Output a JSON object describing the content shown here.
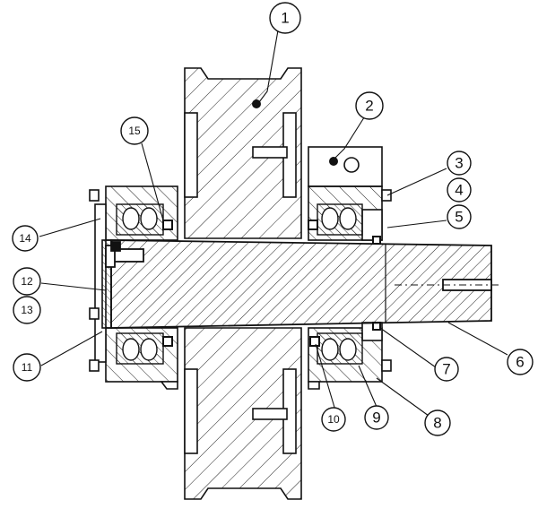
{
  "diagram": {
    "callouts": [
      {
        "id": "1",
        "label": "1"
      },
      {
        "id": "2",
        "label": "2"
      },
      {
        "id": "3",
        "label": "3"
      },
      {
        "id": "4",
        "label": "4"
      },
      {
        "id": "5",
        "label": "5"
      },
      {
        "id": "6",
        "label": "6"
      },
      {
        "id": "7",
        "label": "7"
      },
      {
        "id": "8",
        "label": "8"
      },
      {
        "id": "9",
        "label": "9"
      },
      {
        "id": "10",
        "label": "10"
      },
      {
        "id": "11",
        "label": "11"
      },
      {
        "id": "12",
        "label": "12"
      },
      {
        "id": "13",
        "label": "13"
      },
      {
        "id": "14",
        "label": "14"
      },
      {
        "id": "15",
        "label": "15"
      }
    ],
    "colors": {
      "stroke": "#111111",
      "hatch": "#222222",
      "background": "#ffffff"
    }
  }
}
